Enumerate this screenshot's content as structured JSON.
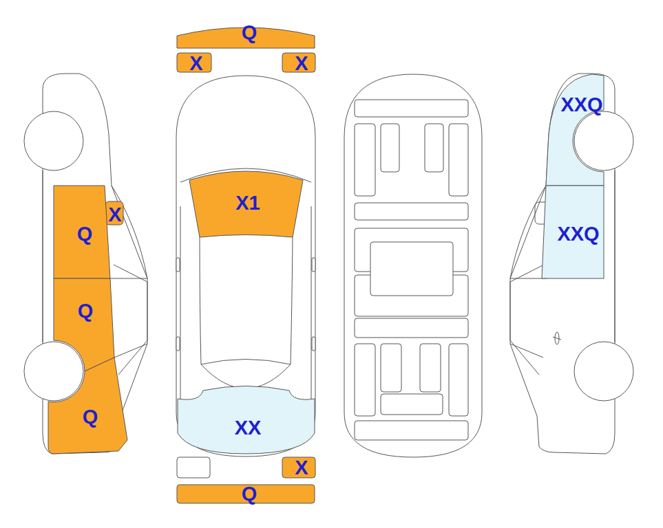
{
  "diagram": {
    "nodes": [
      {
        "text": [
          "Q"
        ]
      },
      {
        "text": [
          "X"
        ]
      },
      {
        "text": [
          "X"
        ]
      },
      {
        "text": [
          "XXQ"
        ]
      },
      {
        "text": [
          "X1"
        ]
      },
      {
        "text": [
          "X"
        ]
      },
      {
        "text": [
          "Q"
        ]
      },
      {
        "text": [
          "XXQ"
        ]
      },
      {
        "text": [
          "Q"
        ]
      },
      {
        "text": [
          "Q"
        ]
      },
      {
        "text": [
          "XX"
        ]
      },
      {
        "text": [
          "X"
        ]
      },
      {
        "text": [
          "Q"
        ]
      }
    ]
  }
}
